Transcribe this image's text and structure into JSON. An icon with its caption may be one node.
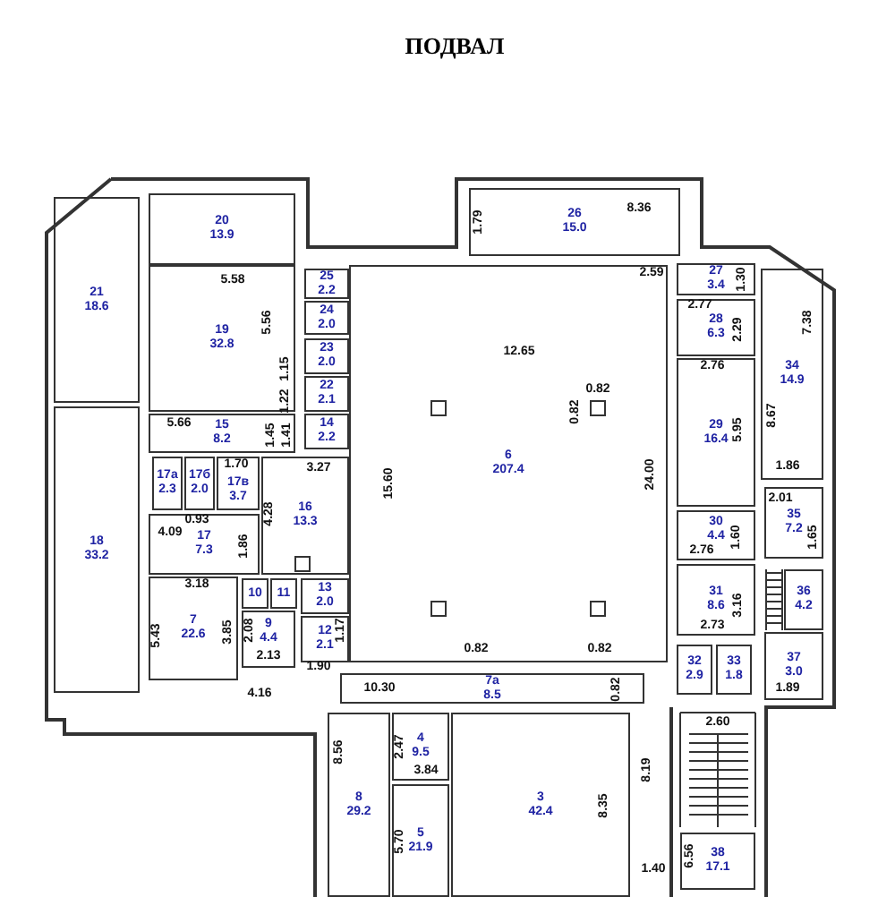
{
  "diagram": {
    "title": "ПОДВАЛ",
    "nodes": [
      {
        "text": [
          "20",
          "13.9"
        ]
      },
      {
        "text": [
          "26",
          "15.0"
        ]
      },
      {
        "text": [
          "21",
          "18.6"
        ]
      },
      {
        "text": [
          "25",
          "2.2"
        ]
      },
      {
        "text": [
          "27",
          "3.4"
        ]
      },
      {
        "text": [
          "19",
          "32.8"
        ]
      },
      {
        "text": [
          "24",
          "2.0"
        ]
      },
      {
        "text": [
          "6",
          "207.4"
        ]
      },
      {
        "text": [
          "28",
          "6.3"
        ]
      },
      {
        "text": [
          "34",
          "14.9"
        ]
      },
      {
        "text": [
          "23",
          "2.0"
        ]
      },
      {
        "text": [
          "22",
          "2.1"
        ]
      },
      {
        "text": [
          "15",
          "8.2"
        ]
      },
      {
        "text": [
          "14",
          "2.2"
        ]
      },
      {
        "text": [
          "18",
          "33.2"
        ]
      },
      {
        "text": [
          "29",
          "16.4"
        ]
      },
      {
        "text": [
          "17а",
          "2.3"
        ]
      },
      {
        "text": [
          "17б",
          "2.0"
        ]
      },
      {
        "text": [
          "17в",
          "3.7"
        ]
      },
      {
        "text": [
          "16",
          "13.3"
        ]
      },
      {
        "text": [
          "35",
          "7.2"
        ]
      },
      {
        "text": [
          "30",
          "4.4"
        ]
      },
      {
        "text": [
          "17",
          "7.3"
        ]
      },
      {
        "text": [
          "31",
          "8.6"
        ]
      },
      {
        "text": [
          "36",
          "4.2"
        ]
      },
      {
        "text": [
          "10"
        ]
      },
      {
        "text": [
          "11"
        ]
      },
      {
        "text": [
          "13",
          "2.0"
        ]
      },
      {
        "text": [
          "7",
          "22.6"
        ]
      },
      {
        "text": [
          "9",
          "4.4"
        ]
      },
      {
        "text": [
          "12",
          "2.1"
        ]
      },
      {
        "text": [
          "32",
          "2.9"
        ]
      },
      {
        "text": [
          "33",
          "1.8"
        ]
      },
      {
        "text": [
          "37",
          "3.0"
        ]
      },
      {
        "text": [
          "7а",
          "8.5"
        ]
      },
      {
        "text": [
          "8",
          "29.2"
        ]
      },
      {
        "text": [
          "4",
          "9.5"
        ]
      },
      {
        "text": [
          "5",
          "21.9"
        ]
      },
      {
        "text": [
          "3",
          "42.4"
        ]
      },
      {
        "text": [
          "38",
          "17.1"
        ]
      }
    ],
    "labels": [
      "5.58",
      "1.79",
      "8.36",
      "2.59",
      "1.30",
      "2.77",
      "2.29",
      "7.38",
      "5.56",
      "12.65",
      "2.76",
      "1.15",
      "0.82",
      "0.82",
      "1.22",
      "8.67",
      "5.95",
      "5.66",
      "1.45",
      "1.41",
      "1.70",
      "3.27",
      "1.86",
      "24.00",
      "15.60",
      "2.01",
      "4.28",
      "0.93",
      "4.09",
      "1.60",
      "1.65",
      "1.86",
      "2.76",
      "3.18",
      "3.16",
      "2.73",
      "3.85",
      "2.08",
      "1.17",
      "5.43",
      "2.13",
      "0.82",
      "0.82",
      "1.90",
      "1.89",
      "10.30",
      "0.82",
      "4.16",
      "2.60",
      "8.56",
      "2.47",
      "8.19",
      "3.84",
      "8.35",
      "5.70",
      "6.56",
      "1.40"
    ]
  }
}
